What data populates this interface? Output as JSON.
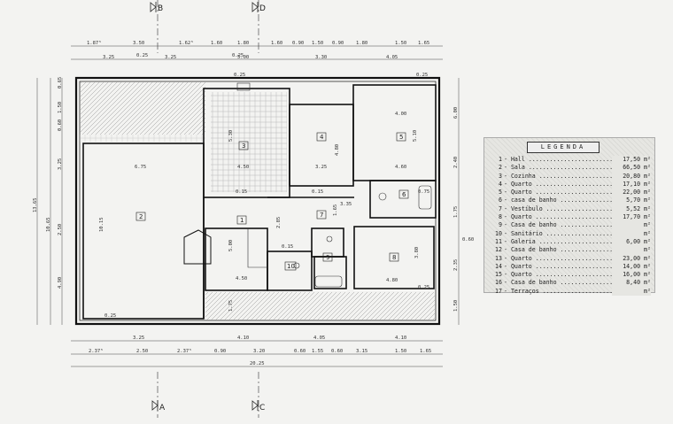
{
  "section_markers": {
    "b": "B",
    "d": "D",
    "a": "A",
    "c": "C"
  },
  "top_dims_row1": [
    "1.87⁵",
    "3.50",
    "1.62⁵",
    "1.60",
    "1.80",
    "1.60",
    "0.90",
    "1.50",
    "0.90",
    "1.80",
    "1.50",
    "1.65"
  ],
  "top_dims_row2": [
    "3.25",
    "3.25",
    "5.00",
    "3.30",
    "4.05"
  ],
  "top_dims_small": [
    "0.25",
    "0.25",
    "0.25",
    "0.25"
  ],
  "bottom_dims_row1": [
    "3.25",
    "4.10",
    "4.05",
    "4.10"
  ],
  "bottom_dims_row2": [
    "2.37⁵",
    "2.50",
    "2.37⁵",
    "0.90",
    "3.20",
    "0.60",
    "1.55",
    "0.60",
    "3.15",
    "1.50",
    "1.65"
  ],
  "bottom_total": "20.25",
  "left_dims": [
    "0.65",
    "1.50",
    "0.60",
    "3.25",
    "2.50",
    "4.90"
  ],
  "left_totals": [
    "13.65",
    "10.65"
  ],
  "right_dims": [
    "6.00",
    "2.40",
    "1.75",
    "0.60",
    "2.35",
    "1.50"
  ],
  "room_numbers": [
    "1",
    "2",
    "3",
    "4",
    "5",
    "6",
    "7",
    "8",
    "9",
    "10"
  ],
  "interior_dims": [
    "6.75",
    "4.50",
    "5.30",
    "3.25",
    "4.00",
    "4.60",
    "5.10",
    "10.15",
    "4.80",
    "5.00",
    "3.35",
    "3.80",
    "4.80",
    "1.65",
    "2.85",
    "4.50",
    "0.15",
    "0.75",
    "0.25",
    "0.25",
    "0.15",
    "0.15",
    "1.75"
  ],
  "legend": {
    "title": "LEGENDA",
    "unit": "m²",
    "items": [
      {
        "n": "1",
        "name": "Hall",
        "area": "17,50"
      },
      {
        "n": "2",
        "name": "Sala",
        "area": "66,50"
      },
      {
        "n": "3",
        "name": "Cozinha",
        "area": "20,80"
      },
      {
        "n": "4",
        "name": "Quarto",
        "area": "17,10"
      },
      {
        "n": "5",
        "name": "Quarto",
        "area": "22,00"
      },
      {
        "n": "6",
        "name": "casa de banho",
        "area": "5,70"
      },
      {
        "n": "7",
        "name": "Vestíbulo",
        "area": "5,52"
      },
      {
        "n": "8",
        "name": "Quarto",
        "area": "17,70"
      },
      {
        "n": "9",
        "name": "Casa de banho",
        "area": ""
      },
      {
        "n": "10",
        "name": "Sanitário",
        "area": ""
      },
      {
        "n": "11",
        "name": "Galeria",
        "area": "6,00"
      },
      {
        "n": "12",
        "name": "Casa de banho",
        "area": ""
      },
      {
        "n": "13",
        "name": "Quarto",
        "area": "23,00"
      },
      {
        "n": "14",
        "name": "Quarto",
        "area": "14,00"
      },
      {
        "n": "15",
        "name": "Quarto",
        "area": "16,00"
      },
      {
        "n": "16",
        "name": "Casa de banho",
        "area": "8,40"
      },
      {
        "n": "17",
        "name": "Terraços",
        "area": ""
      }
    ]
  }
}
